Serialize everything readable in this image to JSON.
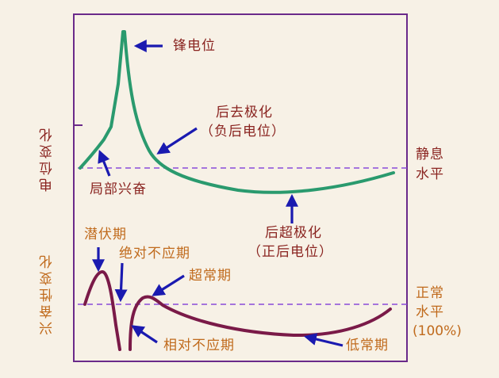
{
  "axis_labels": {
    "top_y": "电位变化",
    "bottom_y": "兴奋性变化"
  },
  "top_panel": {
    "spike": "锋电位",
    "repolarization": [
      "后去极化",
      "（负后电位）"
    ],
    "local_excitation": "局部兴奋",
    "resting_level": [
      "静息",
      "水平"
    ],
    "hyperpolarization": [
      "后超极化",
      "（正后电位）"
    ]
  },
  "bottom_panel": {
    "latent": "潜伏期",
    "absolute_refractory": "绝对不应期",
    "supernormal": "超常期",
    "relative_refractory": "相对不应期",
    "subnormal": "低常期",
    "normal_level": [
      "正常",
      "水平",
      "(100%)"
    ]
  },
  "colors": {
    "frame": "#6a2a8a",
    "potential_curve": "#2a9a6e",
    "excitability_curve": "#7a1a48",
    "arrow": "#1a1ab0",
    "dashed": "#8a4ad8",
    "text_red": "#8a2420",
    "text_orange": "#c06a1c"
  }
}
